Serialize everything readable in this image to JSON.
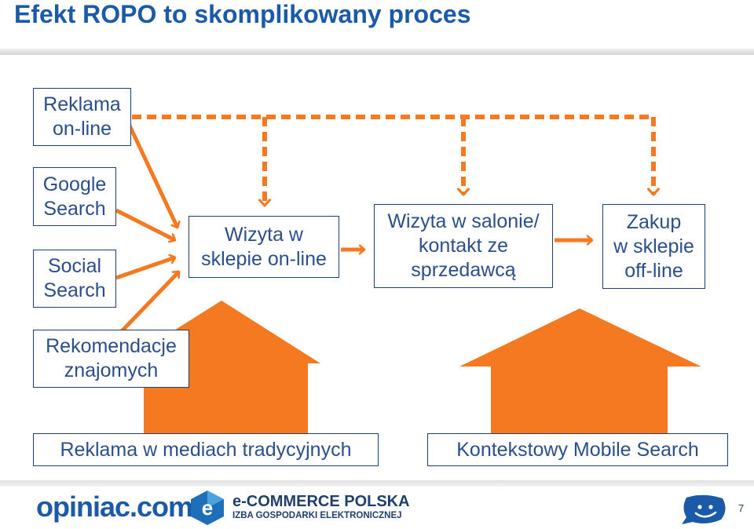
{
  "title": "Efekt ROPO to skomplikowany proces",
  "colors": {
    "accent": "#f47920",
    "title": "#1a5aa8",
    "box_border": "#1f3f6e",
    "box_text": "#2b4f8a"
  },
  "sources": {
    "reklama_online": "Reklama\non-line",
    "google_search": "Google\nSearch",
    "social_search": "Social\nSearch",
    "rekomendacje": "Rekomendacje\nznajomych"
  },
  "stages": {
    "wizyta_online": "Wizyta w\nsklepie on-line",
    "wizyta_salon": "Wizyta w salonie/\nkontakt ze\nsprzedawcą",
    "zakup_offline": "Zakup\nw sklepie\noff-line"
  },
  "influences": {
    "tradycyjne": "Reklama w mediach tradycyjnych",
    "mobile": "Kontekstowy Mobile Search"
  },
  "footer": {
    "logo_opiniac": "opiniac.com",
    "logo_ecommerce_name": "e-COMMERCE POLSKA",
    "logo_ecommerce_sub": "IZBA GOSPODARKI ELEKTRONICZNEJ",
    "page_number": "7"
  },
  "icons": [
    "ecommerce-logo-mark",
    "smiley-speech-bubble-icon"
  ]
}
